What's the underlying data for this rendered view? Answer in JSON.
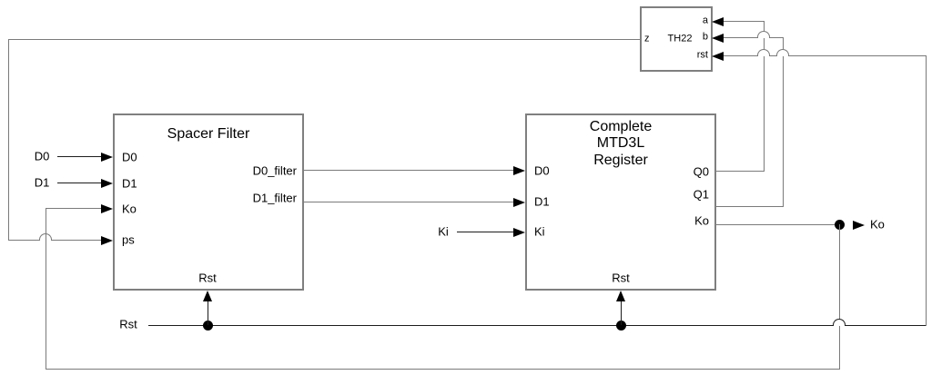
{
  "colors": {
    "background": "#ffffff",
    "wire-gray": "#7a7a7a",
    "wire-dark": "#1c1c1c",
    "box-border": "#7f7f7f",
    "text": "#000000",
    "arrow": "#000000"
  },
  "blocks": {
    "spacer": {
      "title": "Spacer Filter",
      "left_pins": [
        "D0",
        "D1",
        "Ko",
        "ps"
      ],
      "right_pins": [
        "D0_filter",
        "D1_filter"
      ],
      "bottom_pin": "Rst"
    },
    "register": {
      "title_lines": [
        "Complete",
        "MTD3L",
        "Register"
      ],
      "left_pins": [
        "D0",
        "D1",
        "Ki"
      ],
      "right_pins": [
        "Q0",
        "Q1",
        "Ko"
      ],
      "bottom_pin": "Rst"
    },
    "th22": {
      "title": "TH22",
      "output_pin": "z",
      "input_pins": [
        "a",
        "b",
        "rst"
      ]
    }
  },
  "external_signals": {
    "d0": "D0",
    "d1": "D1",
    "ki": "Ki",
    "rst": "Rst",
    "ko": "Ko"
  }
}
